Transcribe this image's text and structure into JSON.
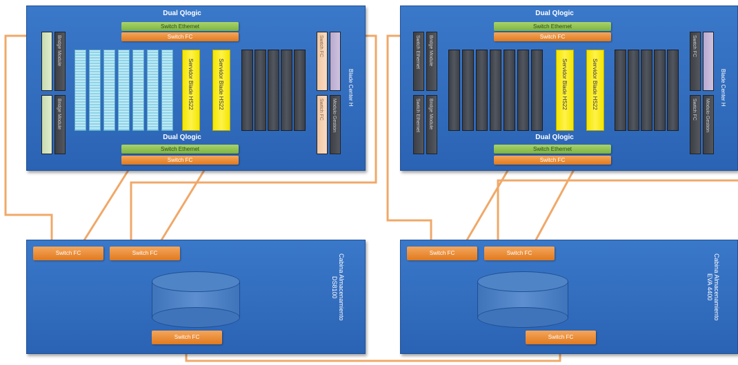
{
  "left_blade": {
    "title_top": "Dual Qlogic",
    "title_bottom": "Dual Qlogic",
    "eth_top": "Switch Ethernet",
    "fc_top": "Switch FC",
    "eth_bottom": "Switch Ethernet",
    "fc_bottom": "Switch FC",
    "server1": "Servidor Blade HS22",
    "server2": "Servidor Blade HS22",
    "bridge1": "Bridge Module",
    "bridge2": "Bridge Module",
    "left_module1": "",
    "left_module2": "",
    "right_module1": "Switch FC",
    "right_module2": "Switch FC",
    "right_module3": "Módulo Gestión",
    "chassis_label": "Blade Center H"
  },
  "right_blade": {
    "title_top": "Dual Qlogic",
    "title_bottom": "Dual Qlogic",
    "eth_top": "Switch Ethernet",
    "fc_top": "Switch FC",
    "eth_bottom": "Switch Ethernet",
    "fc_bottom": "Switch FC",
    "server1": "Servidor Blade HS22",
    "server2": "Servidor Blade HS22",
    "left_module1": "Switch Ethernet",
    "left_module2": "Switch Ethernet",
    "bridge1": "Bridge Module",
    "bridge2": "Bridge Module",
    "right_module1": "Switch FC",
    "right_module2": "Switch FC",
    "right_module3": "Módulo Gestión",
    "chassis_label": "Blade Center H"
  },
  "left_storage": {
    "fc1": "Switch FC",
    "fc2": "Switch FC",
    "fc3": "Switch FC",
    "label_line1": "Cabina Almacenamiento",
    "label_line2": "DS8100"
  },
  "right_storage": {
    "fc1": "Switch FC",
    "fc2": "Switch FC",
    "fc3": "Switch FC",
    "label_line1": "Cabina Almacenamiento",
    "label_line2": "EVA 4400"
  },
  "colors": {
    "panel": "#2f6bbd",
    "fc_orange": "#e88a2e",
    "eth_green": "#8cc152",
    "server_yellow": "#f5e800",
    "cable": "#f0a868"
  }
}
